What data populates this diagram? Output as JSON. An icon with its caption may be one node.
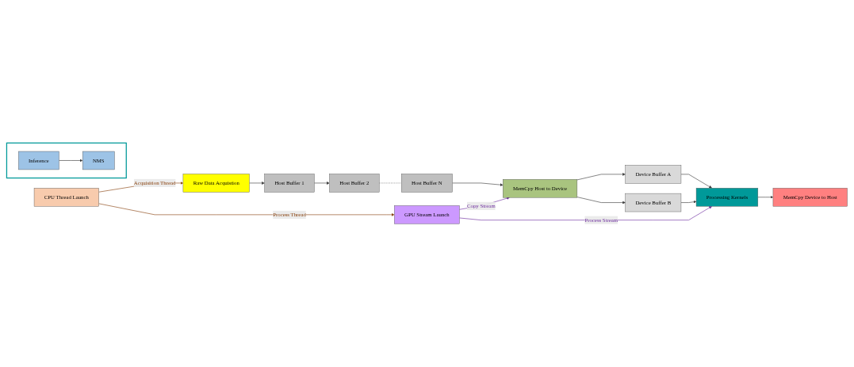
{
  "diagram": {
    "nodes": [
      {
        "text": [
          "CPU Thread Launch"
        ]
      },
      {
        "text": [
          "Raw Data Acquistion"
        ]
      },
      {
        "text": [
          "Host Buffer 1"
        ]
      },
      {
        "text": [
          "Host Buffer 2"
        ]
      },
      {
        "text": [
          "Host Buffer N"
        ]
      },
      {
        "text": [
          "GPU Stream Launch"
        ]
      },
      {
        "text": [
          "MemCpy Host to Device"
        ]
      },
      {
        "text": [
          "Device Buffer A"
        ]
      },
      {
        "text": [
          "Device Buffer B"
        ]
      },
      {
        "text": [
          "Processing Kernels"
        ]
      },
      {
        "text": [
          "MemCpy Device to Host"
        ]
      },
      {
        "text": [],
        "shape": "box"
      },
      {
        "text": [
          "Inference"
        ],
        "in": 11
      },
      {
        "text": [
          "NMS"
        ],
        "in": 11
      }
    ],
    "edges": [
      {
        "from": 0,
        "to": 1,
        "arrow": "to",
        "label": "Acquisition Thread",
        "color": "#8b4513"
      },
      {
        "from": 0,
        "to": 5,
        "arrow": "to",
        "label": "Process Thread",
        "color": "#8b4513"
      },
      {
        "from": 1,
        "to": 2,
        "arrow": "to"
      },
      {
        "from": 2,
        "to": 3,
        "arrow": "to"
      },
      {
        "from": 3,
        "to": 4,
        "arrow": "none",
        "style": "dashed"
      },
      {
        "from": 4,
        "to": 6,
        "arrow": "to"
      },
      {
        "from": 5,
        "to": 6,
        "arrow": "to",
        "label": "Copy Stream",
        "color": "#7030a0"
      },
      {
        "from": 5,
        "to": 9,
        "arrow": "to",
        "label": "Process Stream",
        "color": "#7030a0"
      },
      {
        "from": 6,
        "to": 7,
        "arrow": "to"
      },
      {
        "from": 6,
        "to": 8,
        "arrow": "to"
      },
      {
        "from": 7,
        "to": 9,
        "arrow": "to"
      },
      {
        "from": 8,
        "to": 9,
        "arrow": "to"
      },
      {
        "from": 9,
        "to": 10,
        "arrow": "to"
      },
      {
        "from": 12,
        "to": 13,
        "arrow": "to"
      }
    ]
  }
}
